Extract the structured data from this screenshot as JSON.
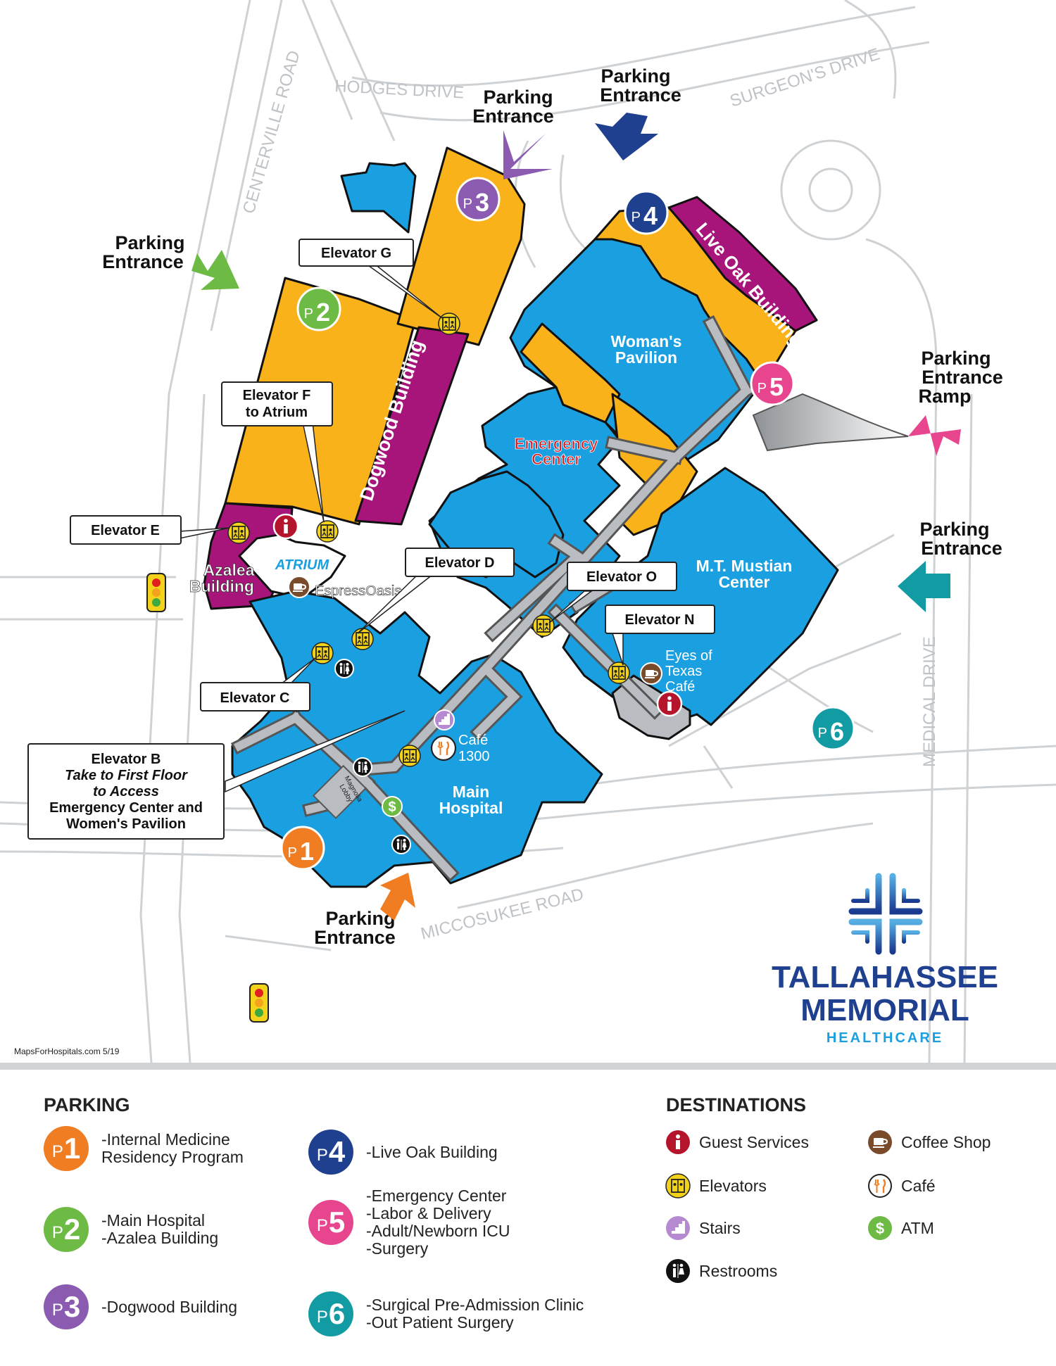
{
  "roads": {
    "hodges": "HODGES DRIVE",
    "surgeons": "SURGEON'S DRIVE",
    "centerville": "CENTERVILLE ROAD",
    "medical": "MEDICAL DRIVE",
    "miccosukee": "MICCOSUKEE ROAD"
  },
  "entrances": [
    {
      "line1": "Parking",
      "line2": "Entrance",
      "line3": "",
      "color": "#8a5bb0"
    },
    {
      "line1": "Parking",
      "line2": "Entrance",
      "line3": "",
      "color": "#1f3f8f"
    },
    {
      "line1": "Parking",
      "line2": "Entrance",
      "line3": "",
      "color": "#6dbb44"
    },
    {
      "line1": "Parking",
      "line2": "Entrance",
      "line3": "Ramp",
      "color": "#e8458f"
    },
    {
      "line1": "Parking",
      "line2": "Entrance",
      "line3": "",
      "color": "#129ba3"
    },
    {
      "line1": "Parking",
      "line2": "Entrance",
      "line3": "",
      "color": "#f07d22"
    }
  ],
  "buildings": {
    "live_oak": "Live Oak Building",
    "dogwood": "Dogwood Building",
    "womans_1": "Woman's",
    "womans_2": "Pavilion",
    "emergency_1": "Emergency",
    "emergency_2": "Center",
    "mustian_1": "M.T. Mustian",
    "mustian_2": "Center",
    "azalea_1": "Azalea",
    "azalea_2": "Building",
    "atrium": "ATRIUM",
    "main_1": "Main",
    "main_2": "Hospital",
    "magnolia_1": "Magnolia",
    "magnolia_2": "Lobby"
  },
  "places": {
    "espress": "EspressOasis",
    "eyes_1": "Eyes of",
    "eyes_2": "Texas",
    "eyes_3": "Café",
    "cafe_1": "Café",
    "cafe_2": "1300"
  },
  "callouts": {
    "g": "Elevator G",
    "f1": "Elevator F",
    "f2": "to Atrium",
    "e": "Elevator E",
    "d": "Elevator D",
    "o": "Elevator O",
    "n": "Elevator N",
    "c": "Elevator C",
    "b1": "Elevator B",
    "b2": "Take to First Floor",
    "b3": "to Access",
    "b4": "Emergency Center and",
    "b5": "Women's Pavilion"
  },
  "parking_markers": [
    {
      "p": "P",
      "num": "1",
      "color": "#f07d22"
    },
    {
      "p": "P",
      "num": "2",
      "color": "#6dbb44"
    },
    {
      "p": "P",
      "num": "3",
      "color": "#8a5bb0"
    },
    {
      "p": "P",
      "num": "4",
      "color": "#1f3f8f"
    },
    {
      "p": "P",
      "num": "5",
      "color": "#e8458f"
    },
    {
      "p": "P",
      "num": "6",
      "color": "#129ba3"
    }
  ],
  "logo": {
    "line1": "TALLAHASSEE",
    "line2": "MEMORIAL",
    "line3": "HEALTHCARE"
  },
  "credit": "MapsForHospitals.com 5/19",
  "legend": {
    "parking_title": "PARKING",
    "destinations_title": "DESTINATIONS",
    "parking": [
      {
        "p": "P",
        "num": "1",
        "color": "#f07d22",
        "lines": [
          "-Internal Medicine",
          "Residency Program"
        ]
      },
      {
        "p": "P",
        "num": "2",
        "color": "#6dbb44",
        "lines": [
          "-Main Hospital",
          "-Azalea Building"
        ]
      },
      {
        "p": "P",
        "num": "3",
        "color": "#8a5bb0",
        "lines": [
          "-Dogwood Building"
        ]
      },
      {
        "p": "P",
        "num": "4",
        "color": "#1f3f8f",
        "lines": [
          "-Live Oak Building"
        ]
      },
      {
        "p": "P",
        "num": "5",
        "color": "#e8458f",
        "lines": [
          "-Emergency Center",
          "-Labor & Delivery",
          "-Adult/Newborn ICU",
          "-Surgery"
        ]
      },
      {
        "p": "P",
        "num": "6",
        "color": "#129ba3",
        "lines": [
          "-Surgical Pre-Admission Clinic",
          "-Out Patient Surgery"
        ]
      }
    ],
    "destinations": [
      {
        "icon": "guest-services-icon",
        "label": "Guest Services",
        "color": "#b5142d"
      },
      {
        "icon": "elevators-icon",
        "label": "Elevators",
        "color": "#f2d21b"
      },
      {
        "icon": "stairs-icon",
        "label": "Stairs",
        "color": "#b58ad0"
      },
      {
        "icon": "restrooms-icon",
        "label": "Restrooms",
        "color": "#111111"
      },
      {
        "icon": "coffee-shop-icon",
        "label": "Coffee Shop",
        "color": "#7a4b2a"
      },
      {
        "icon": "cafe-icon",
        "label": "Café",
        "color": "#ffffff"
      },
      {
        "icon": "atm-icon",
        "label": "ATM",
        "color": "#6dbb44"
      }
    ]
  },
  "colors": {
    "blue": "#1a9fe0",
    "orange": "#f9b219",
    "magenta": "#a7157b",
    "corridor": "#b9bcc0"
  }
}
